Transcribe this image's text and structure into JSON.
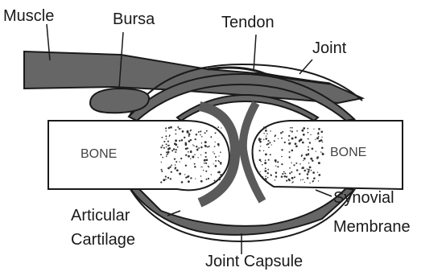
{
  "labels": {
    "muscle": "Muscle",
    "bursa": "Bursa",
    "tendon": "Tendon",
    "joint": "Joint",
    "bone_left": "BONE",
    "bone_right": "BONE",
    "articular_line1": "Articular",
    "articular_line2": "Cartilage",
    "synovial_line1": "Synovial",
    "synovial_line2": "Membrane",
    "joint_capsule": "Joint Capsule"
  },
  "colors": {
    "tissue_dark": "#5a5a5a",
    "tissue_mid": "#7a7a7a",
    "outline": "#1a1a1a",
    "bone": "#ffffff",
    "stipple": "#333333"
  }
}
